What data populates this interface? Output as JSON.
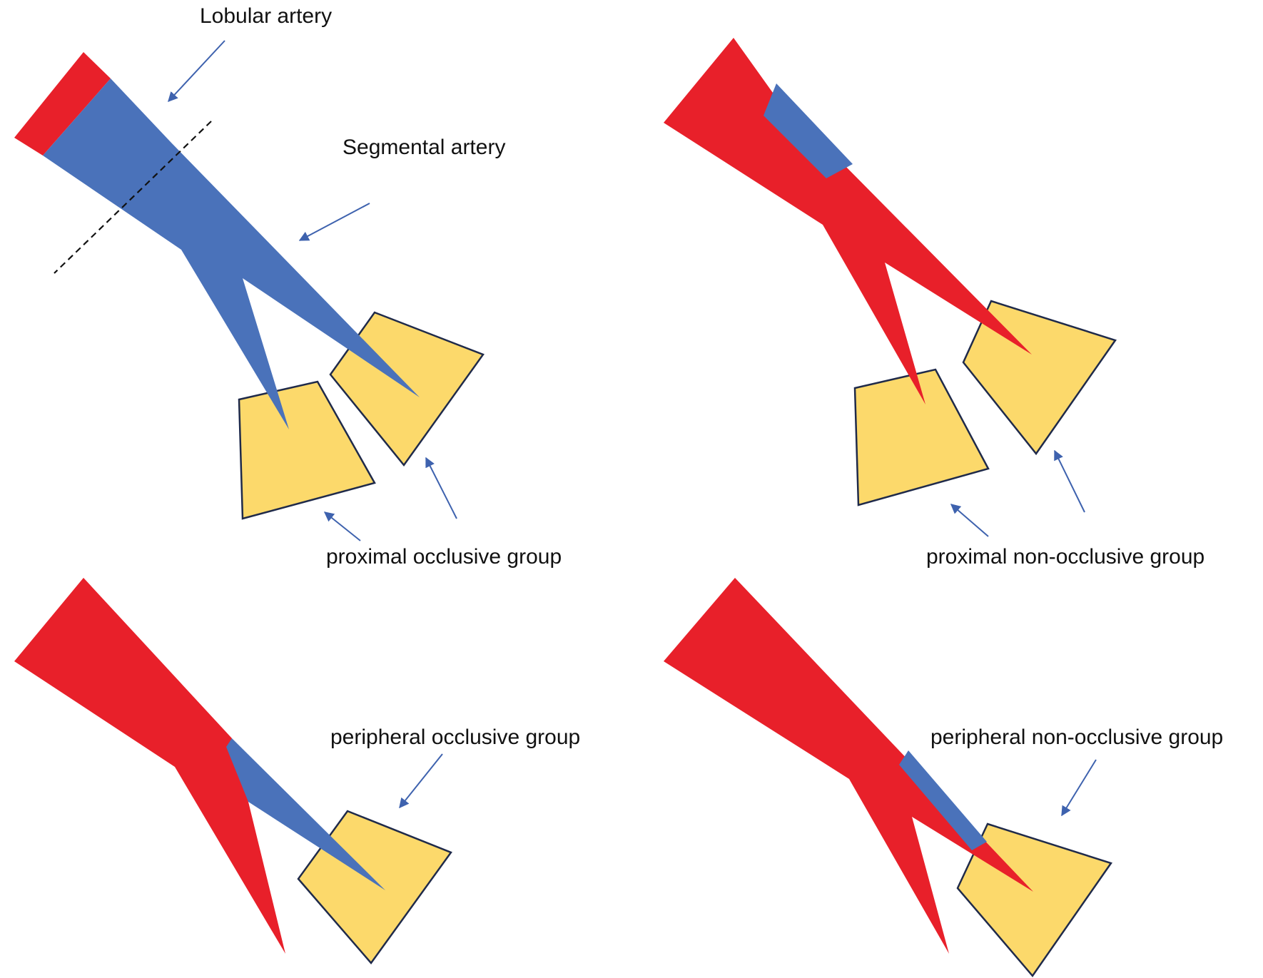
{
  "colors": {
    "artery_red": "#E8202A",
    "occlusion_blue": "#4A72BA",
    "segment_yellow": "#FCD96B",
    "outline": "#1F2A4A",
    "arrow": "#3E62AE",
    "dashed_line": "#111111"
  },
  "labels": {
    "lobular_artery": "Lobular artery",
    "segmental_artery": "Segmental artery",
    "proximal_occlusive": "proximal occlusive  group",
    "proximal_non_occlusive": "proximal non-occlusive  group",
    "peripheral_occlusive": "peripheral occlusive group",
    "peripheral_non_occlusive": "peripheral non-occlusive  group"
  },
  "panels": [
    {
      "id": "proximal-occlusive",
      "caption_key": "proximal_occlusive"
    },
    {
      "id": "proximal-non-occlusive",
      "caption_key": "proximal_non_occlusive"
    },
    {
      "id": "peripheral-occlusive",
      "caption_key": "peripheral_occlusive"
    },
    {
      "id": "peripheral-non-occlusive",
      "caption_key": "peripheral_non_occlusive"
    }
  ]
}
